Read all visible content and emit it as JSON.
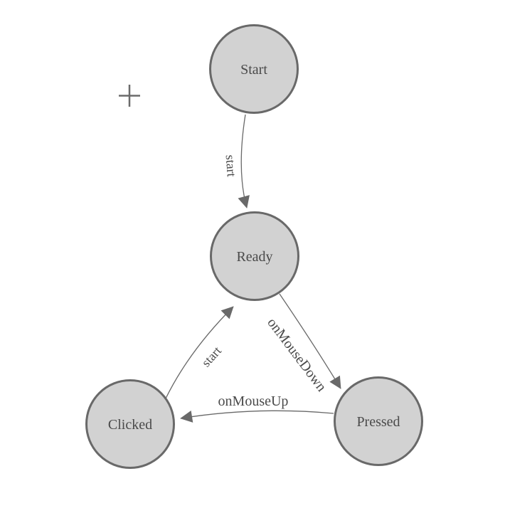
{
  "colors": {
    "canvas_bg": "#ffffff",
    "node_fill": "#d2d2d2",
    "node_stroke": "#696969",
    "edge_stroke": "#696969",
    "label_text": "#4a4a4a",
    "plus_icon": "#6b6b6b"
  },
  "diagram": {
    "type": "state-machine",
    "nodes": [
      {
        "id": "start",
        "label": "Start"
      },
      {
        "id": "ready",
        "label": "Ready"
      },
      {
        "id": "clicked",
        "label": "Clicked"
      },
      {
        "id": "pressed",
        "label": "Pressed"
      }
    ],
    "edges": [
      {
        "from": "Start",
        "to": "Ready",
        "label": "start"
      },
      {
        "from": "Clicked",
        "to": "Ready",
        "label": "start"
      },
      {
        "from": "Ready",
        "to": "Pressed",
        "label": "onMouseDown"
      },
      {
        "from": "Pressed",
        "to": "Clicked",
        "label": "onMouseUp"
      }
    ],
    "icons": [
      {
        "name": "plus-cursor-icon",
        "glyph": "+"
      }
    ]
  }
}
